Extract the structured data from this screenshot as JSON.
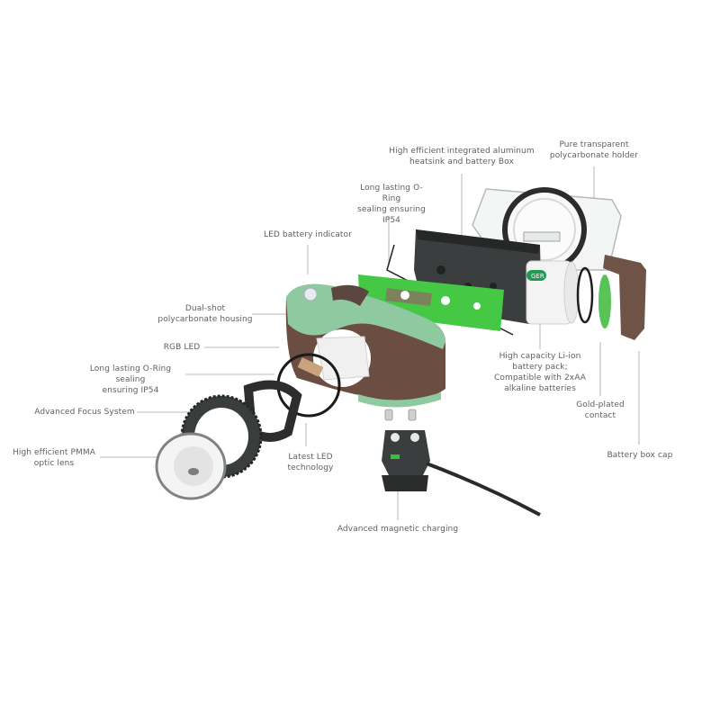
{
  "figure": {
    "subject": "Exploded view of headlamp",
    "colors": {
      "housing_green": "#8fc9a0",
      "housing_brown": "#6b4d42",
      "pcb_green": "#3ec43e",
      "heatsink_dark": "#3a3d3d",
      "label_text": "#5f5f5f",
      "leader_line": "#9a9a9a"
    }
  },
  "labels": {
    "heatsink": "High efficient  integrated aluminum\nheatsink and battery Box",
    "holder": "Pure transparent\npolycarbonate holder",
    "oring_top": "Long lasting  O-Ring\nsealing ensuring\nIP54",
    "battery_indicator": "LED battery indicator",
    "housing": "Dual-shot\npolycarbonate housing",
    "rgb_led": "RGB LED",
    "oring_left": "Long lasting  O-Ring sealing\nensuring  IP54",
    "focus": "Advanced Focus System",
    "optic": "High efficient PMMA\noptic lens",
    "latest_led": "Latest LED\ntechnology",
    "charging": "Advanced magnetic charging",
    "battery_pack": "High capacity Li-ion\nbattery pack;\nCompatible with 2xAA\nalkaline batteries",
    "contact": "Gold-plated\ncontact",
    "cap": "Battery box cap"
  },
  "battery_sticker": "GER"
}
